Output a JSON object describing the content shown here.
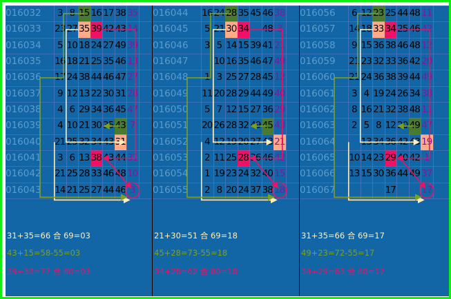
{
  "panels": [
    {
      "rows": [
        {
          "id": "016032",
          "nums": [
            "3",
            "8",
            "15",
            "16",
            "17",
            "38",
            "35"
          ]
        },
        {
          "id": "016033",
          "nums": [
            "23",
            "27",
            "35",
            "39",
            "42",
            "43",
            "14"
          ]
        },
        {
          "id": "016034",
          "nums": [
            "5",
            "10",
            "18",
            "24",
            "27",
            "49",
            "39"
          ]
        },
        {
          "id": "016035",
          "nums": [
            "16",
            "18",
            "21",
            "25",
            "35",
            "46",
            "13"
          ]
        },
        {
          "id": "016036",
          "nums": [
            "17",
            "24",
            "38",
            "44",
            "46",
            "47",
            "27"
          ]
        },
        {
          "id": "016037",
          "nums": [
            "9",
            "12",
            "13",
            "22",
            "30",
            "31",
            "28"
          ]
        },
        {
          "id": "016038",
          "nums": [
            "4",
            "6",
            "29",
            "34",
            "36",
            "45",
            "47"
          ]
        },
        {
          "id": "016039",
          "nums": [
            "4",
            "10",
            "21",
            "30",
            "35",
            "43",
            "7"
          ]
        },
        {
          "id": "016040",
          "nums": [
            "21",
            "25",
            "32",
            "34",
            "43",
            "31",
            ""
          ]
        },
        {
          "id": "016041",
          "nums": [
            "3",
            "6",
            "13",
            "38",
            "43",
            "44",
            "31"
          ]
        },
        {
          "id": "016042",
          "nums": [
            "21",
            "25",
            "28",
            "33",
            "46",
            "48",
            "10"
          ]
        },
        {
          "id": "016043",
          "nums": [
            "14",
            "21",
            "25",
            "27",
            "44",
            "46",
            "3"
          ]
        }
      ],
      "formulas": [
        "31+35=66 合 69=03",
        "43+15=58-55=03",
        "39+38=77 合 80=03"
      ]
    },
    {
      "rows": [
        {
          "id": "016044",
          "nums": [
            "16",
            "24",
            "28",
            "35",
            "45",
            "46",
            "38"
          ]
        },
        {
          "id": "016045",
          "nums": [
            "5",
            "21",
            "30",
            "34",
            "",
            "48",
            "3"
          ]
        },
        {
          "id": "016046",
          "nums": [
            "3",
            "5",
            "14",
            "15",
            "39",
            "41",
            "21"
          ]
        },
        {
          "id": "016047",
          "nums": [
            "",
            "10",
            "16",
            "35",
            "46",
            "47",
            "49"
          ]
        },
        {
          "id": "016048",
          "nums": [
            "1",
            "3",
            "25",
            "27",
            "28",
            "45",
            "12"
          ]
        },
        {
          "id": "016049",
          "nums": [
            "11",
            "20",
            "28",
            "29",
            "44",
            "49",
            "40"
          ]
        },
        {
          "id": "016050",
          "nums": [
            "5",
            "7",
            "12",
            "15",
            "27",
            "36",
            "29"
          ]
        },
        {
          "id": "016051",
          "nums": [
            "20",
            "26",
            "28",
            "32",
            "49",
            "45",
            "43"
          ]
        },
        {
          "id": "016052",
          "nums": [
            "4",
            "12",
            "19",
            "20",
            "27",
            "43",
            "21"
          ]
        },
        {
          "id": "016053",
          "nums": [
            "2",
            "11",
            "25",
            "28",
            "36",
            "46",
            "42"
          ]
        },
        {
          "id": "016054",
          "nums": [
            "1",
            "19",
            "23",
            "24",
            "32",
            "40",
            "15"
          ]
        },
        {
          "id": "016055",
          "nums": [
            "2",
            "8",
            "20",
            "24",
            "37",
            "38",
            "18"
          ]
        }
      ],
      "formulas": [
        "21+30=51 合 69=18",
        "45+28=73-55=18",
        "34+28=62 合 80=18"
      ]
    },
    {
      "rows": [
        {
          "id": "016056",
          "nums": [
            "6",
            "12",
            "23",
            "25",
            "44",
            "48",
            "11"
          ]
        },
        {
          "id": "016057",
          "nums": [
            "14",
            "18",
            "33",
            "34",
            "25",
            "46",
            "42"
          ]
        },
        {
          "id": "016058",
          "nums": [
            "9",
            "15",
            "36",
            "38",
            "46",
            "48",
            "12"
          ]
        },
        {
          "id": "016059",
          "nums": [
            "21",
            "23",
            "32",
            "33",
            "36",
            "42",
            "20"
          ]
        },
        {
          "id": "016060",
          "nums": [
            "21",
            "24",
            "36",
            "38",
            "39",
            "44",
            "49"
          ]
        },
        {
          "id": "016061",
          "nums": [
            "3",
            "4",
            "19",
            "24",
            "26",
            "34",
            "38"
          ]
        },
        {
          "id": "016062",
          "nums": [
            "8",
            "16",
            "21",
            "32",
            "38",
            "48",
            "11"
          ]
        },
        {
          "id": "016063",
          "nums": [
            "2",
            "5",
            "8",
            "12",
            "20",
            "49",
            "47"
          ]
        },
        {
          "id": "016064",
          "nums": [
            "",
            "13",
            "34",
            "36",
            "42",
            "43",
            "19"
          ]
        },
        {
          "id": "016065",
          "nums": [
            "10",
            "14",
            "23",
            "29",
            "40",
            "42",
            "1"
          ]
        },
        {
          "id": "016066",
          "nums": [
            "13",
            "15",
            "30",
            "36",
            "44",
            "49",
            "37"
          ]
        },
        {
          "id": "016067",
          "nums": [
            "",
            "",
            "",
            "17",
            "",
            "",
            "17"
          ]
        }
      ],
      "formulas": [
        "31+35=66 合 69=17",
        "49+23=72-55=17",
        "34+29=63 合 80=17"
      ]
    }
  ],
  "colors": {
    "frame": "#11ee11",
    "panel_bg": "#1266a6",
    "highlight_salmon": "#ffaa88",
    "highlight_pink": "#ee1166",
    "highlight_green": "#4a7a30",
    "formula1": "#ffeebb",
    "formula2": "#7ea021",
    "formula3": "#ee1166"
  }
}
